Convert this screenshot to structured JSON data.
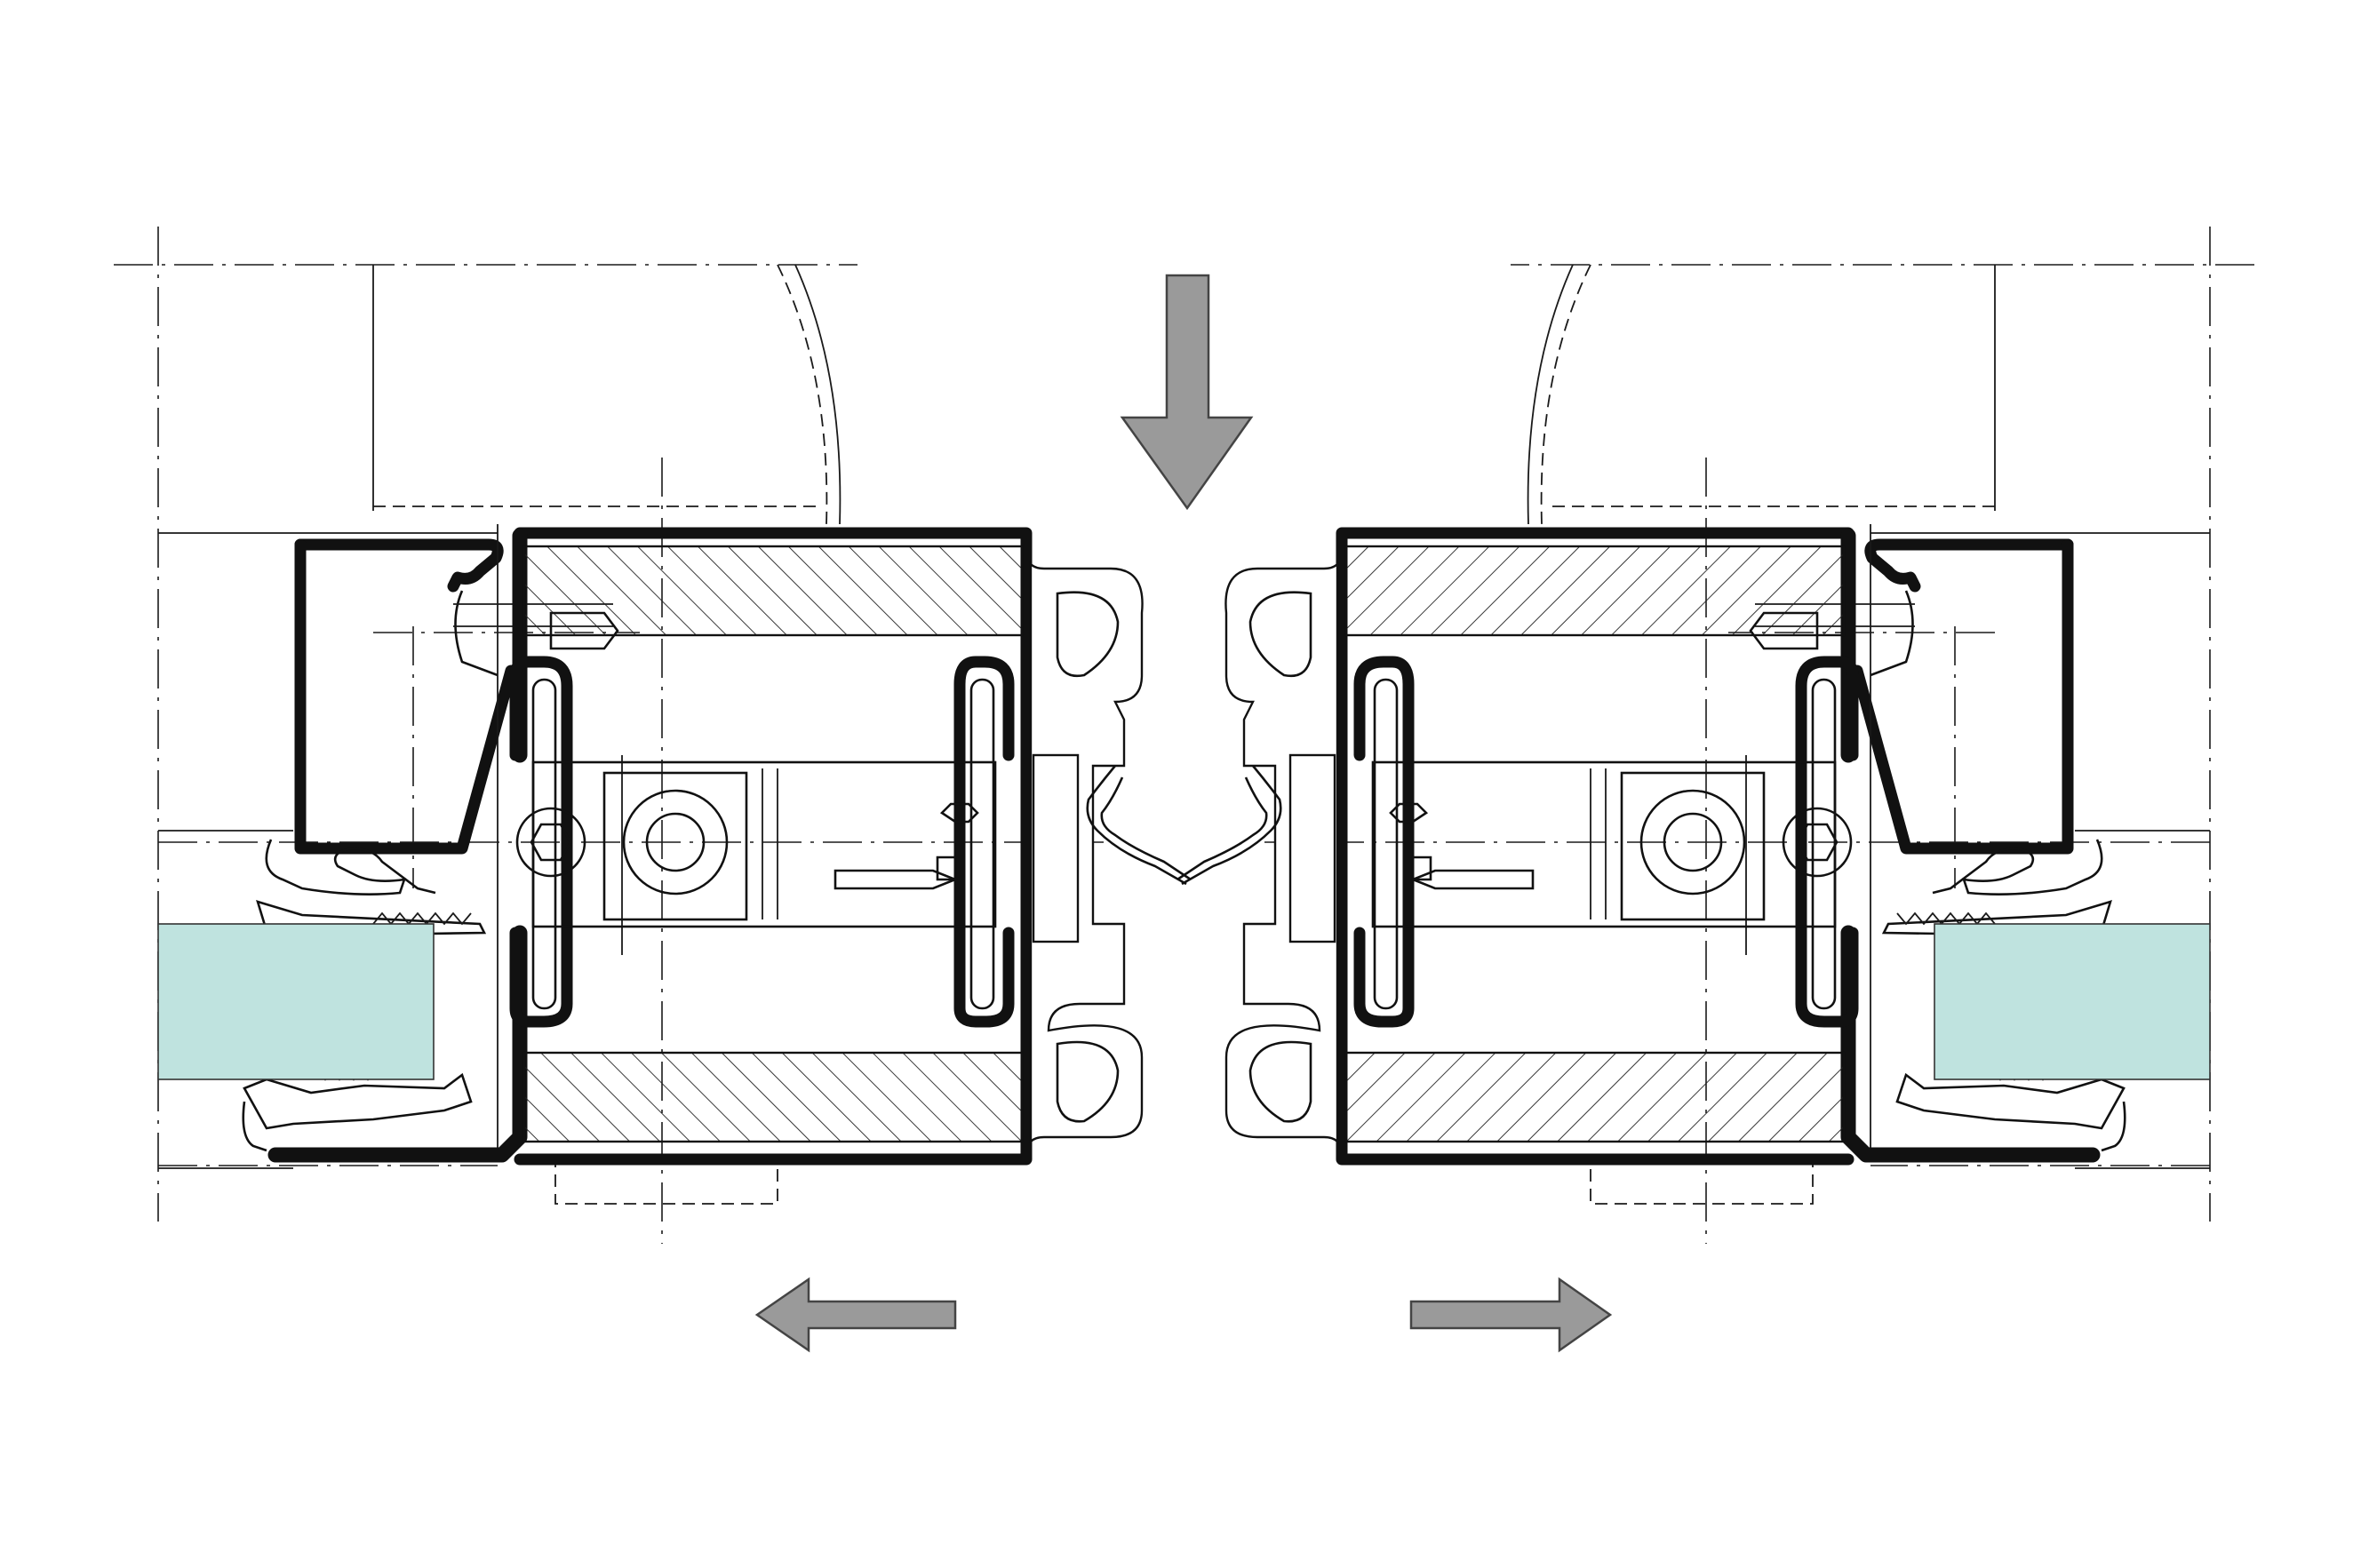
{
  "colors": {
    "line": "#111111",
    "glazing": "#bfe3df",
    "arrow": "#9a9a9a",
    "background": "#ffffff"
  },
  "arrows": [
    {
      "name": "arrow-down",
      "direction": "down"
    },
    {
      "name": "arrow-left",
      "direction": "left"
    },
    {
      "name": "arrow-right",
      "direction": "right"
    }
  ]
}
